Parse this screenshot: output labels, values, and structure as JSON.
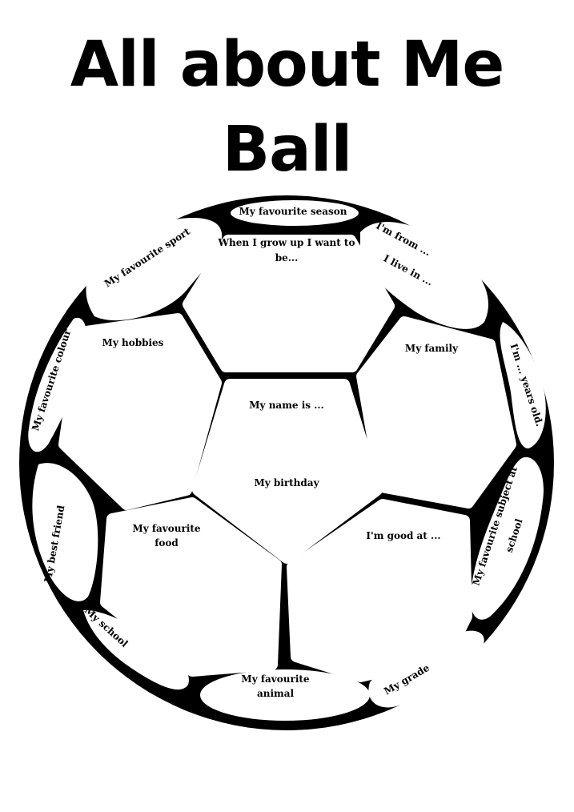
{
  "title": {
    "line1": "All about Me",
    "line2": "Ball"
  },
  "colors": {
    "ink": "#000000",
    "paper": "#ffffff"
  },
  "prompts": {
    "favourite_season": "My favourite season",
    "favourite_sport": "My favourite sport",
    "grow_up_1": "When I grow up I want to",
    "grow_up_2": "be...",
    "from": "I'm from ...",
    "live_in": "I live in ...",
    "hobbies": "My hobbies",
    "family": "My family",
    "favourite_colour": "My favourite colour",
    "years_old": "I'm ... years old.",
    "name": "My name is ...",
    "birthday": "My birthday",
    "best_friend": "My best friend",
    "food_1": "My favourite",
    "food_2": "food",
    "good_at": "I'm good at ...",
    "subject_1": "My favourite subject at",
    "subject_2": "school",
    "school": "My school",
    "animal_1": "My favourite",
    "animal_2": "animal",
    "grade": "My grade"
  }
}
